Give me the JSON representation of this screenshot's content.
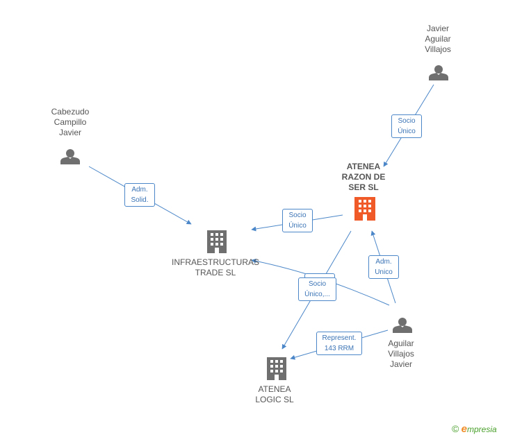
{
  "nodes": {
    "javier_aguilar_villajos": {
      "label": "Javier\nAguilar\nVillajos",
      "type": "person"
    },
    "cabezudo_campillo_javier": {
      "label": "Cabezudo\nCampillo\nJavier",
      "type": "person"
    },
    "atenea_razon_de_ser": {
      "label": "ATENEA\nRAZON DE\nSER SL",
      "type": "company-main"
    },
    "infraestructuras_trade": {
      "label": "INFRAESTRUCTURAS\nTRADE SL",
      "type": "company"
    },
    "aguilar_villajos_javier": {
      "label": "Aguilar\nVillajos\nJavier",
      "type": "person"
    },
    "atenea_logic": {
      "label": "ATENEA\nLOGIC SL",
      "type": "company"
    }
  },
  "edges": {
    "socio_unico_top": "Socio\nÚnico",
    "adm_solid": "Adm.\nSolid.",
    "socio_unico_mid": "Socio\nÚnico",
    "adm_unico": "Adm.\nUnico",
    "socio_unico_multi": "Socio\nÚnico,...",
    "represent": "Represent.\n143 RRM"
  },
  "colors": {
    "person": "#6f6f6f",
    "company": "#6f6f6f",
    "company_main": "#f05a28",
    "edge": "#4a86c8"
  },
  "watermark": {
    "symbol": "©",
    "brand_initial": "e",
    "brand_rest": "mpresia"
  }
}
